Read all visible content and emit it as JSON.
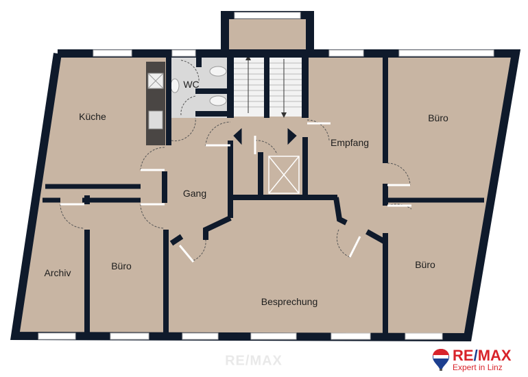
{
  "rooms": {
    "kitchen": "Küche",
    "wc": "WC",
    "reception": "Empfang",
    "office_top_right": "Büro",
    "hallway": "Gang",
    "archive": "Archiv",
    "office_left": "Büro",
    "meeting": "Besprechung",
    "office_bottom_right": "Büro"
  },
  "watermark": "RE/MAX",
  "logo": {
    "brand_left": "RE",
    "brand_slash": "/",
    "brand_right": "MAX",
    "tagline": "Expert in Linz"
  },
  "colors": {
    "wall": "#0f1a2b",
    "floor": "#c8b5a3",
    "wet_floor": "#d9d9d9",
    "brand_red": "#d8232a",
    "brand_blue": "#1d3f8f"
  }
}
